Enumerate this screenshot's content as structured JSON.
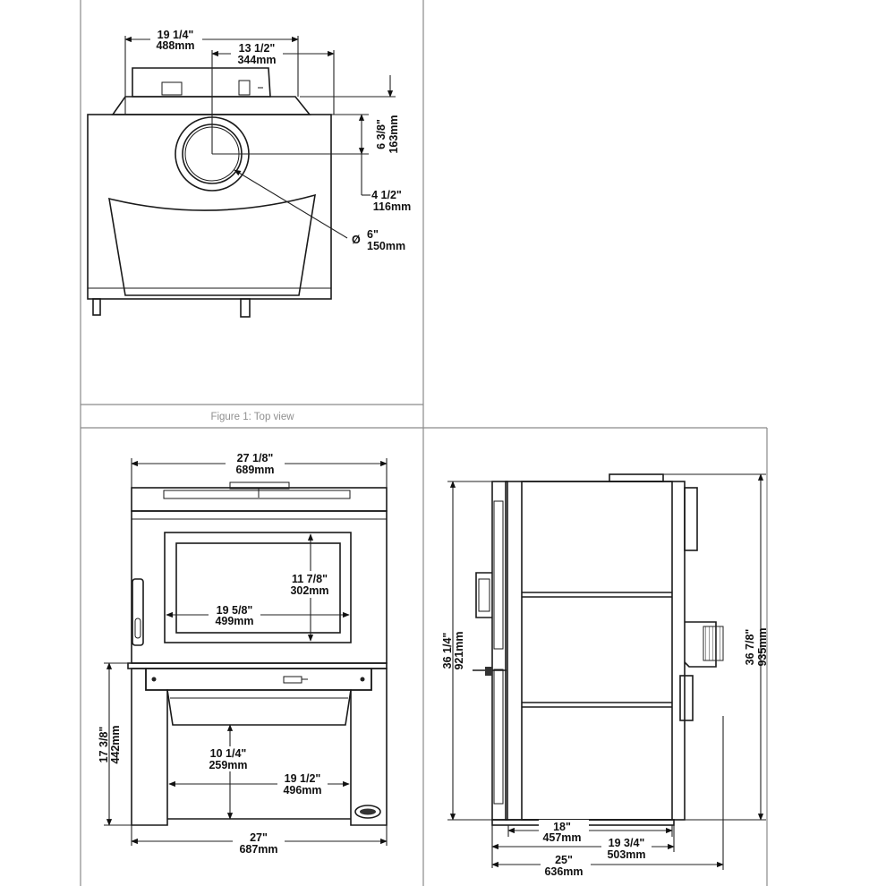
{
  "caption_top": "Figure 1: Top view",
  "top_view": {
    "overall_width": {
      "in": "19 1/4\"",
      "mm": "488mm"
    },
    "flue_offset_side": {
      "in": "13 1/2\"",
      "mm": "344mm"
    },
    "flue_offset_back": {
      "in": "6 3/8\"",
      "mm": "163mm"
    },
    "collar_height": {
      "in": "4 1/2\"",
      "mm": "116mm"
    },
    "flue_diameter": {
      "symbol": "Ø",
      "in": "6\"",
      "mm": "150mm"
    }
  },
  "front_view": {
    "top_width": {
      "in": "27 1/8\"",
      "mm": "689mm"
    },
    "glass_height": {
      "in": "11 7/8\"",
      "mm": "302mm"
    },
    "glass_width": {
      "in": "19 5/8\"",
      "mm": "499mm"
    },
    "leg_height": {
      "in": "17 3/8\"",
      "mm": "442mm"
    },
    "ash_clearance": {
      "in": "10 1/4\"",
      "mm": "259mm"
    },
    "leg_span": {
      "in": "19 1/2\"",
      "mm": "496mm"
    },
    "base_width": {
      "in": "27\"",
      "mm": "687mm"
    }
  },
  "side_view": {
    "body_height": {
      "in": "36 1/4\"",
      "mm": "921mm"
    },
    "overall_height": {
      "in": "36 7/8\"",
      "mm": "935mm"
    },
    "depth_a": {
      "in": "18\"",
      "mm": "457mm"
    },
    "depth_b": {
      "in": "19 3/4\"",
      "mm": "503mm"
    },
    "overall_depth": {
      "in": "25\"",
      "mm": "636mm"
    }
  }
}
